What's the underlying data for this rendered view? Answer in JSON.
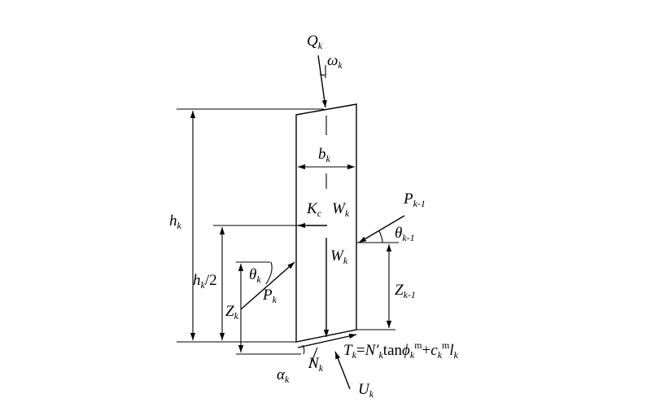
{
  "labels": {
    "Q": "Q",
    "Q_sub": "k",
    "omega": "ω",
    "omega_sub": "k",
    "b": "b",
    "b_sub": "k",
    "Kc": "K",
    "Kc_sub": "c",
    "W_top": "W",
    "W_top_sub": "k",
    "W_mid": "W",
    "W_mid_sub": "k",
    "h": "h",
    "h_sub": "k",
    "h_half": "h",
    "h_half_sub": "k",
    "h_half_tail": "/2",
    "theta_k": "θ",
    "theta_k_sub": "k",
    "P_k": "P",
    "P_k_sub": "k",
    "Z_k": "Z",
    "Z_k_sub": "k",
    "P_k1": "P",
    "P_k1_sub": "k-1",
    "theta_k1": "θ",
    "theta_k1_sub": "k-1",
    "Z_k1": "Z",
    "Z_k1_sub": "k-1",
    "alpha": "α",
    "alpha_sub": "k",
    "N": "N",
    "N_sub": "k",
    "U": "U",
    "U_sub": "k",
    "T_eq": {
      "T": "T",
      "T_sub": "k",
      "eq": "=",
      "N": "N′",
      "N_sub": "k",
      "tan": "tan",
      "phi": "ϕ",
      "phi_sub": "k",
      "phi_sup": "m",
      "plus": "+",
      "c": "c",
      "c_sub": "k",
      "c_sup": "m",
      "l": "l",
      "l_sub": "k"
    }
  }
}
